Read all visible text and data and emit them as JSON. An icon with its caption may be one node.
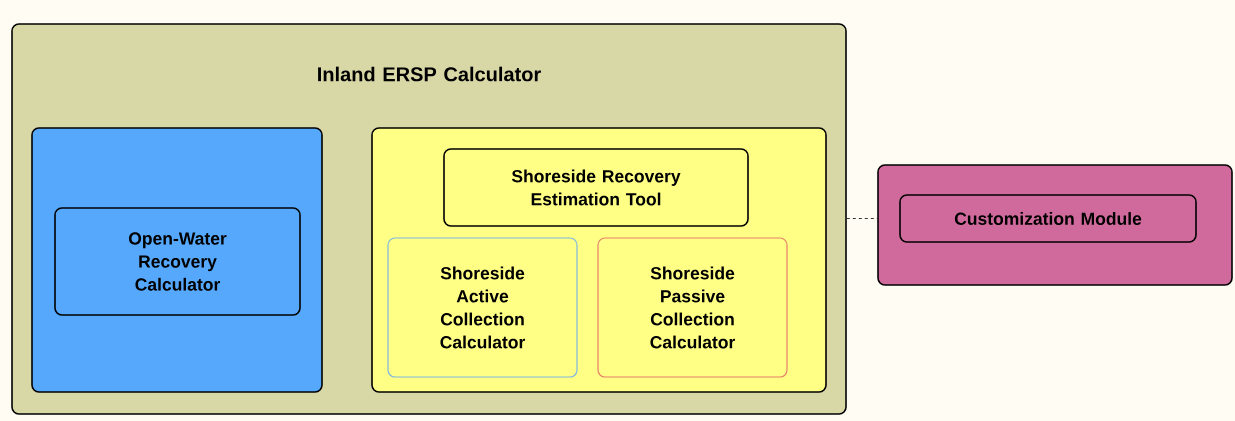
{
  "diagram": {
    "nodes": [
      {
        "text": [
          "Inland ERSP Calculator"
        ]
      },
      {
        "text": [],
        "shape": "box",
        "in": 0
      },
      {
        "text": [
          "Open-Water Recovery Calculator"
        ],
        "in": 1
      },
      {
        "text": [],
        "shape": "box",
        "in": 0
      },
      {
        "text": [
          "Shoreside Recovery Estimation Tool"
        ],
        "in": 3
      },
      {
        "text": [
          "Shoreside Active Collection Calculator"
        ],
        "in": 3
      },
      {
        "text": [
          "Shoreside Passive Collection Calculator"
        ],
        "in": 3
      },
      {
        "text": [],
        "shape": "box"
      },
      {
        "text": [
          "Customization Module"
        ],
        "in": 7
      }
    ],
    "edges": [
      {
        "from": 0,
        "to": 7,
        "arrow": "none",
        "style": "dashed"
      }
    ]
  }
}
